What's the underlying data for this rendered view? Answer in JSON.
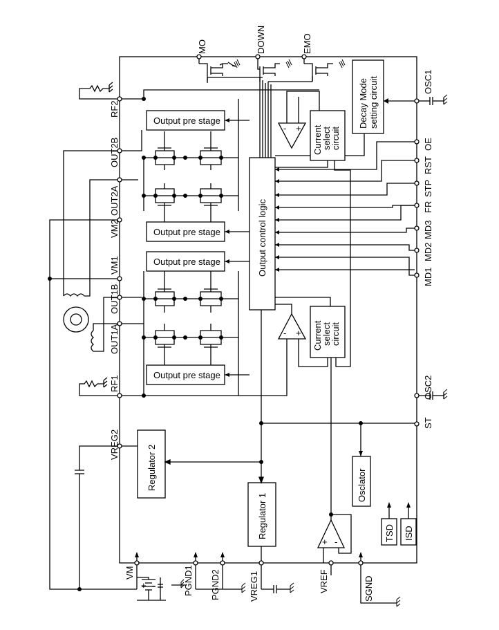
{
  "diagram": {
    "pins_right": [
      "OSC1",
      "OE",
      "RST",
      "STP",
      "FR",
      "MD3",
      "MD2",
      "MD1",
      "OSC2",
      "ST"
    ],
    "pins_left": [
      "RF2",
      "OUT2B",
      "OUT2A",
      "VM2",
      "VM1",
      "OUT1B",
      "OUT1A",
      "RF1",
      "VREG2"
    ],
    "pins_top": [
      "MO",
      "DOWN",
      "EMO"
    ],
    "pins_bottom": [
      "VM",
      "PGND1",
      "PGND2",
      "VREG1",
      "VREF",
      "SGND"
    ],
    "blocks": {
      "output_pre_stage": "Output pre stage",
      "output_control_logic": "Output control logic",
      "current_select": [
        "Current",
        "select",
        "circuit"
      ],
      "decay_mode": [
        "Decay Mode",
        "setting circuit"
      ],
      "regulator_1": "Regulator 1",
      "regulator_2": "Regulator 2",
      "oscillator": "Osclator",
      "tsd": "TSD",
      "isd": "ISD"
    },
    "opamp_signs": {
      "minus": "-",
      "plus": "+"
    }
  }
}
